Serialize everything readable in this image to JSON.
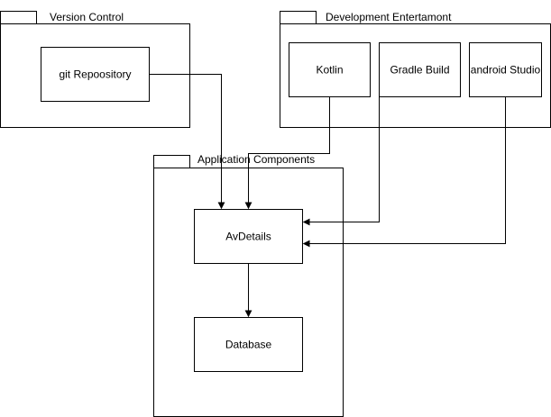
{
  "packages": {
    "version_control": {
      "label": "Version Control"
    },
    "dev_environment": {
      "label": "Development Entertamont"
    },
    "app_components": {
      "label": "Application Components"
    }
  },
  "nodes": {
    "git_repository": {
      "label": "git Repoository"
    },
    "kotlin": {
      "label": "Kotlin"
    },
    "gradle_build": {
      "label": "Gradle Build"
    },
    "android_studio": {
      "label": "android Studio"
    },
    "av_details": {
      "label": "AvDetails"
    },
    "database": {
      "label": "Database"
    }
  },
  "colors": {
    "stroke": "#000000",
    "fill": "#ffffff",
    "text": "#000000"
  }
}
